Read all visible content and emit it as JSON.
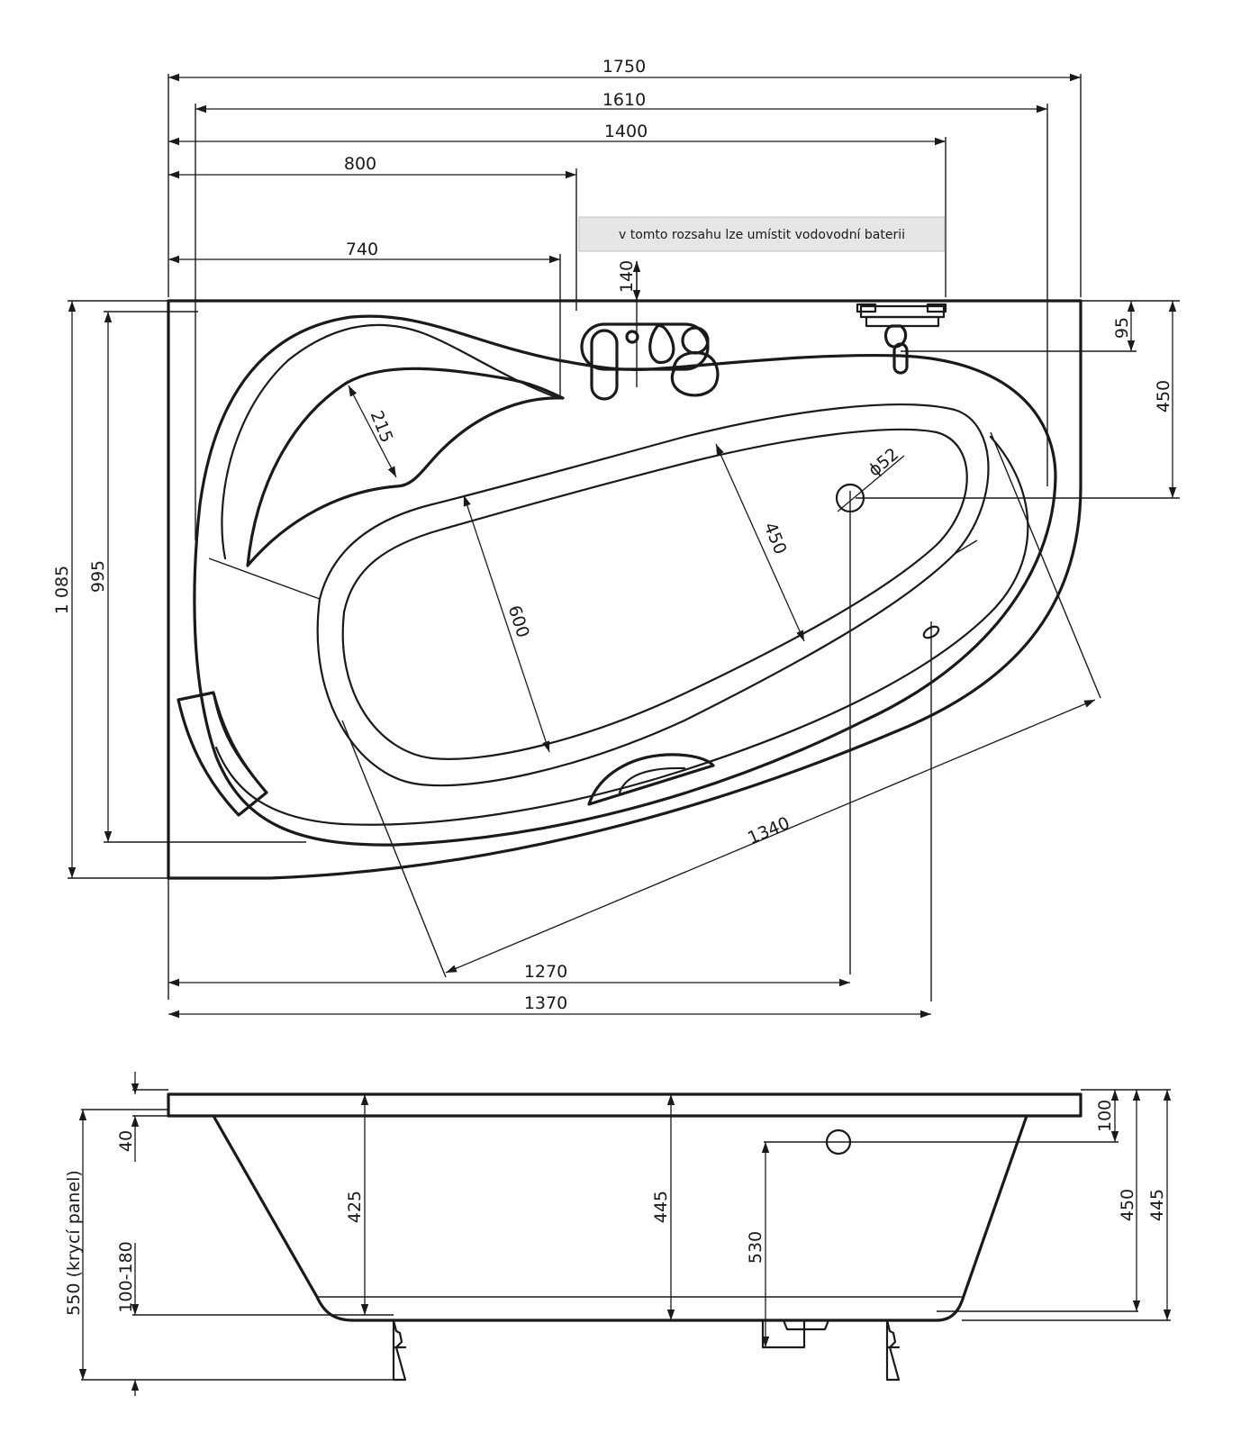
{
  "top_view": {
    "note": "v tomto rozsahu lze umístit vodovodní baterii",
    "dims": {
      "w1750": "1750",
      "w1610": "1610",
      "w1400": "1400",
      "w800": "800",
      "w740": "740",
      "h140": "140",
      "h95": "95",
      "h450": "450",
      "h1085": "1 085",
      "h995": "995",
      "d215": "215",
      "d600": "600",
      "d450": "450",
      "phi52": "ϕ52",
      "d1340": "1340",
      "w1270": "1270",
      "w1370": "1370"
    }
  },
  "side_view": {
    "dims": {
      "h40": "40",
      "panel": "550 (krycí panel)",
      "legs": "100-180",
      "h425": "425",
      "h445a": "445",
      "h530": "530",
      "h100": "100",
      "h450": "450",
      "h445b": "445"
    }
  }
}
